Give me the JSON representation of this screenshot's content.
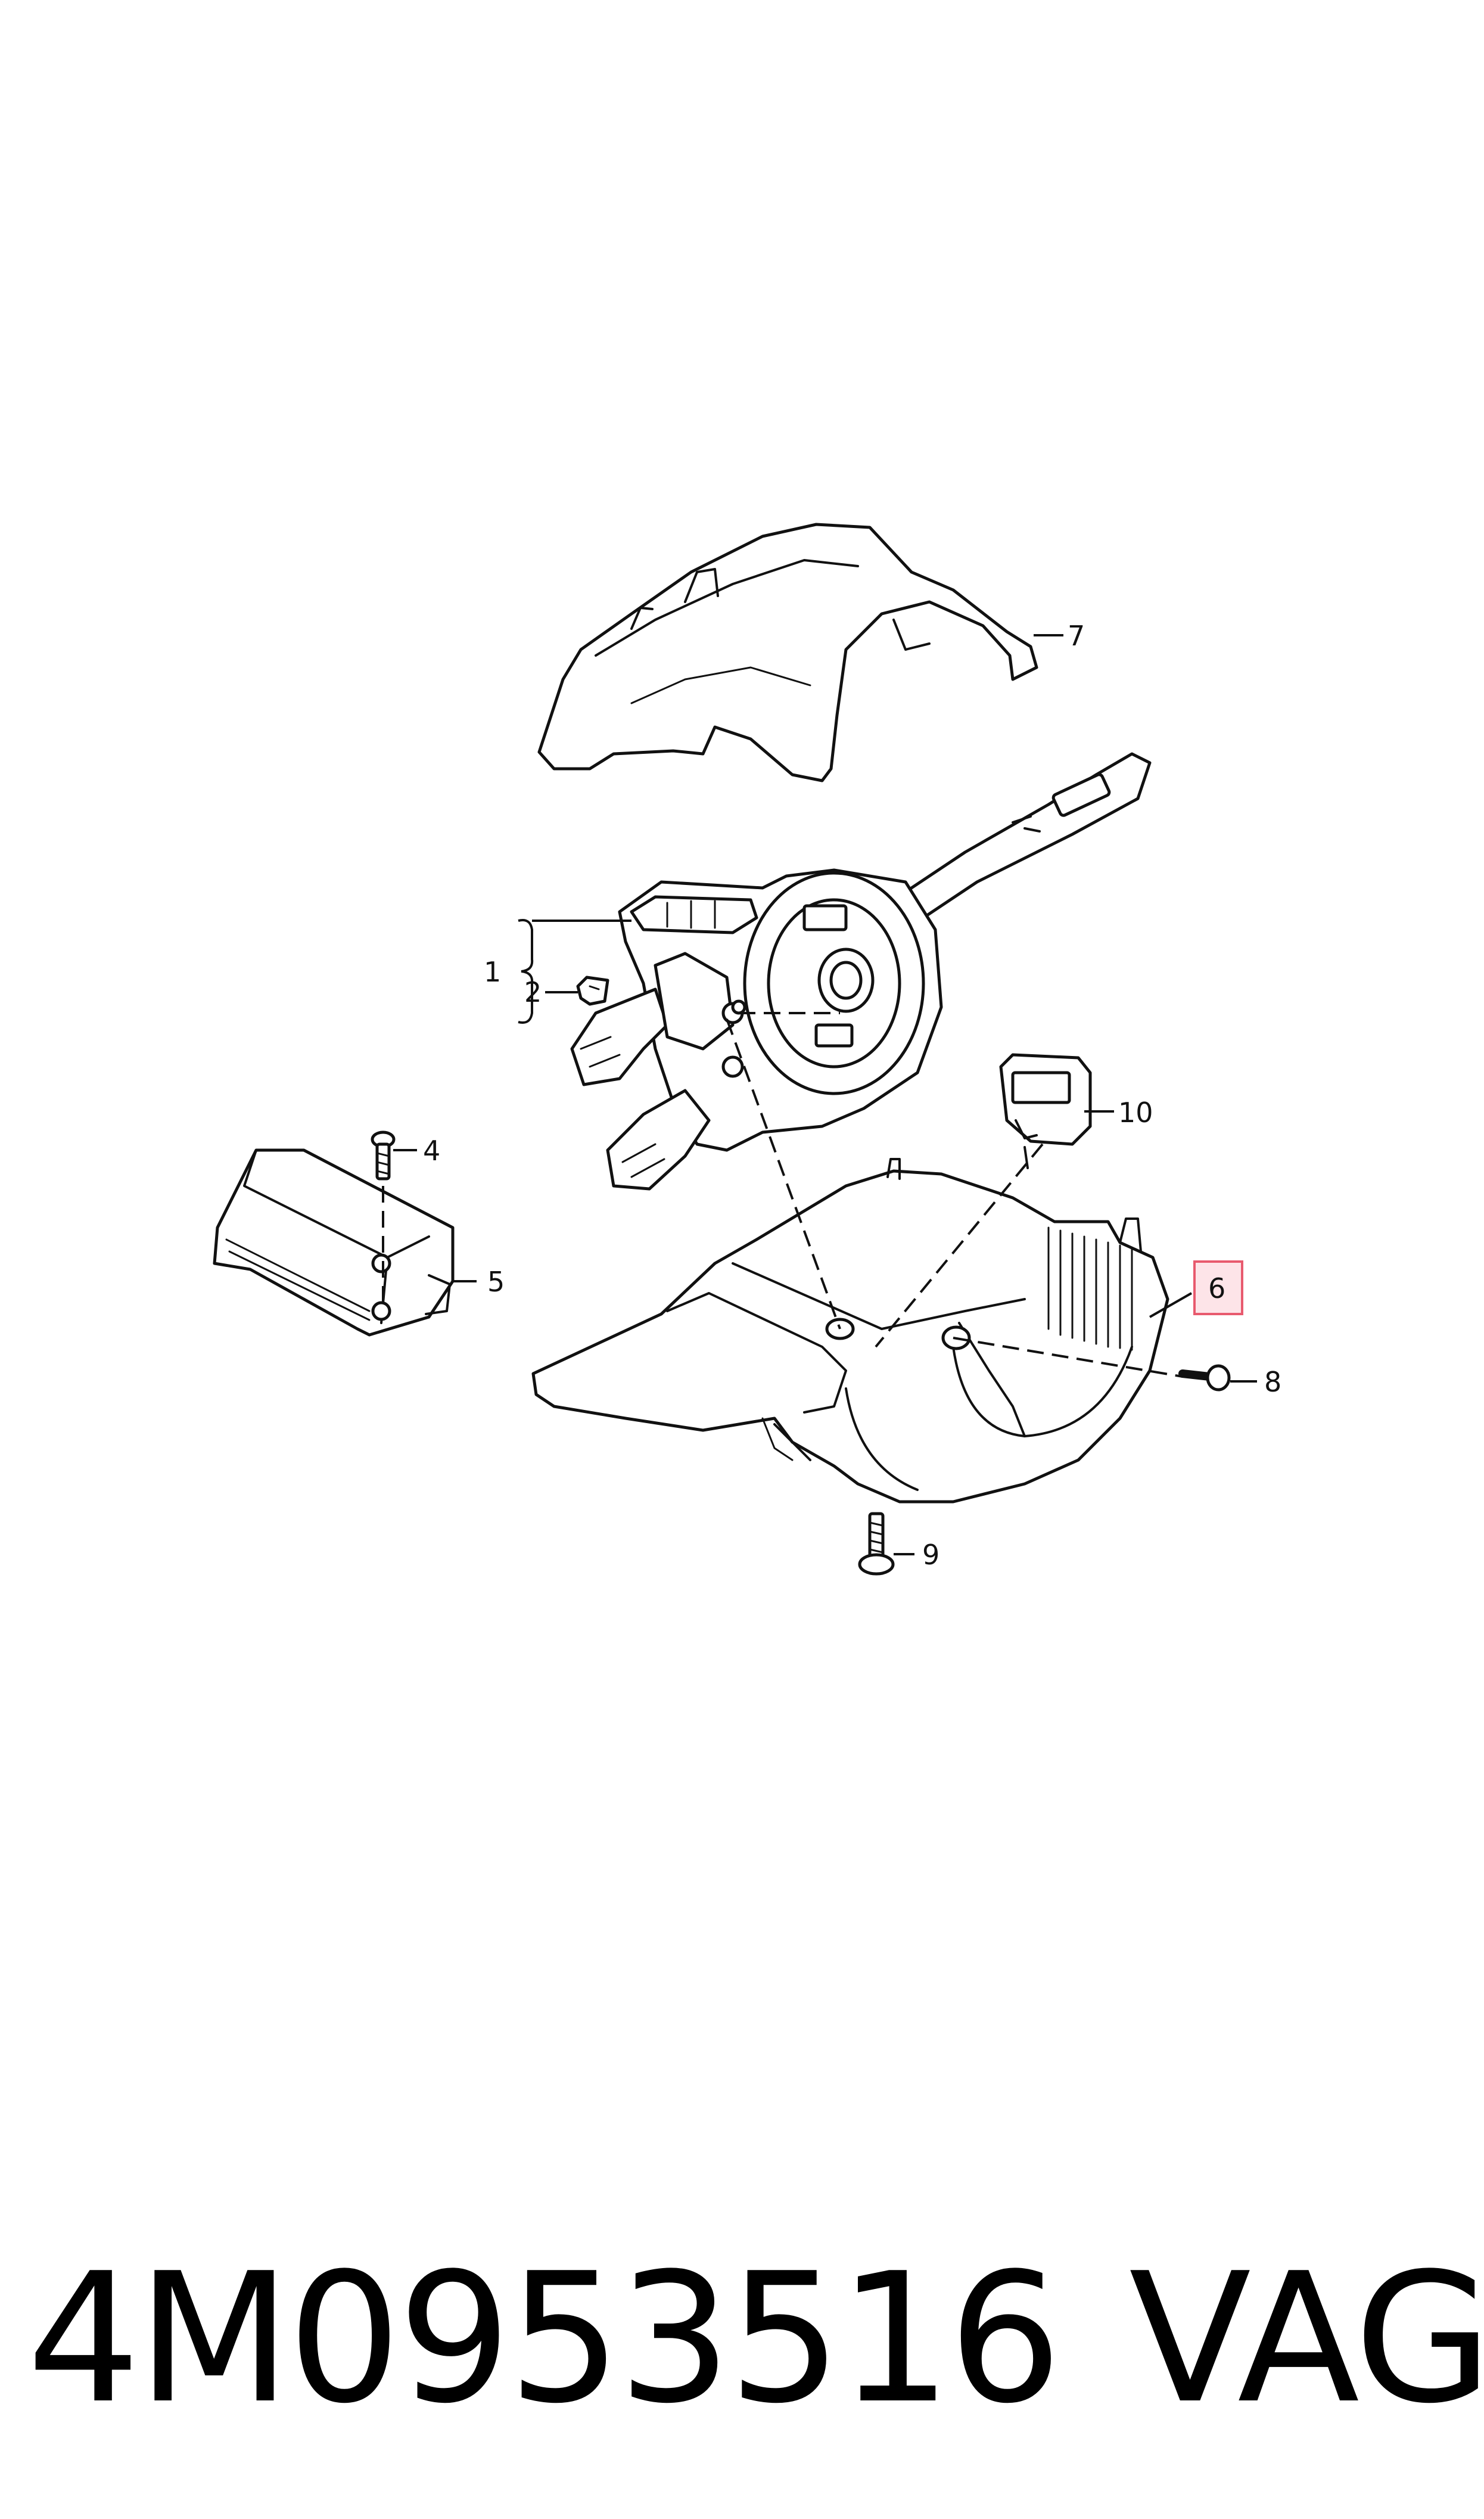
{
  "callouts": [
    {
      "id": "1",
      "text": "1"
    },
    {
      "id": "2",
      "text": "2"
    },
    {
      "id": "4",
      "text": "4"
    },
    {
      "id": "5",
      "text": "5"
    },
    {
      "id": "6",
      "text": "6",
      "highlighted": true
    },
    {
      "id": "7",
      "text": "7"
    },
    {
      "id": "8",
      "text": "8"
    },
    {
      "id": "9",
      "text": "9"
    },
    {
      "id": "10",
      "text": "10"
    }
  ],
  "highlight_color": "#e85a6e",
  "footer": {
    "part_number": "4M0953516",
    "brand": "VAG"
  }
}
